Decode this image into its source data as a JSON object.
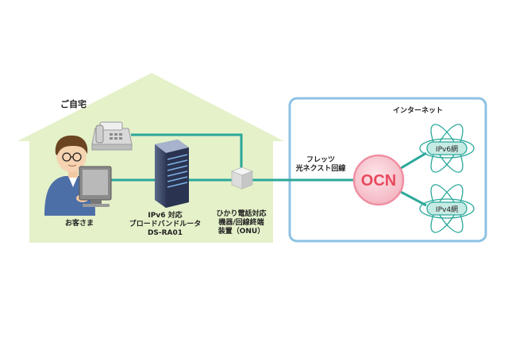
{
  "home": {
    "title": "ご自宅"
  },
  "internet": {
    "title": "インターネット"
  },
  "customer": {
    "label": "お客さま"
  },
  "router": {
    "line1": "IPv6 対応",
    "line2": "ブロードバンドルータ",
    "line3": "DS-RA01"
  },
  "onu": {
    "line1": "ひかり電話対応",
    "line2": "機器/回線終端",
    "line3": "装置（ONU）"
  },
  "line": {
    "line1": "フレッツ",
    "line2": "光ネクスト回線"
  },
  "ocn": {
    "label": "OCN"
  },
  "ipv6": {
    "label": "IPv6網"
  },
  "ipv4": {
    "label": "IPv4網"
  },
  "colors": {
    "house": "#e4f1c9",
    "line": "#2aa89a",
    "internet_border": "#8dc2e4",
    "ocn": "#f7cfd6",
    "ocn_text": "#e8495e"
  }
}
